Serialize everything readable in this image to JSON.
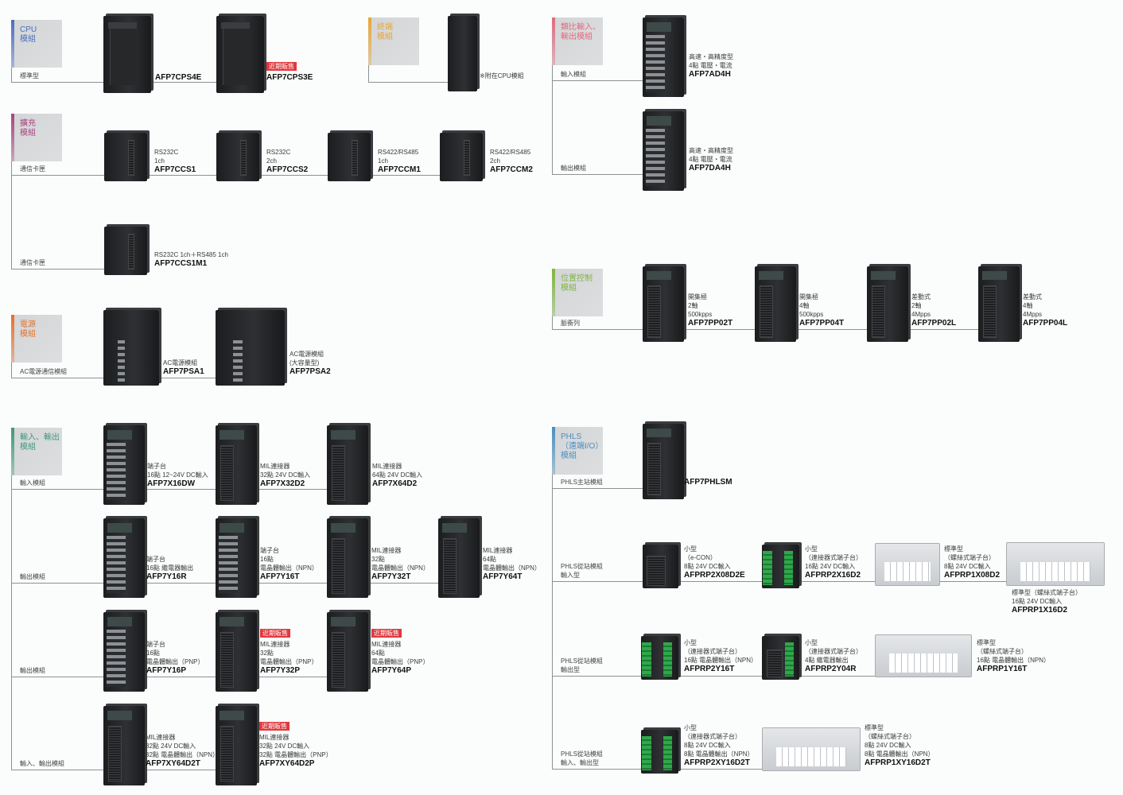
{
  "accent_colors": {
    "cpu": "#4a6fc1",
    "terminal": "#e8a634",
    "expansion": "#a8447e",
    "power": "#e8702a",
    "io": "#3f9a77",
    "analog": "#e06a7f",
    "position": "#7fb540",
    "phls": "#4a8fc0",
    "badge": "#e0393e"
  },
  "sections": [
    {
      "title": [
        "CPU",
        "模組"
      ],
      "color": "#4a6fc1",
      "rows": [
        {
          "label": [
            "標準型"
          ],
          "products": [
            {
              "desc": [],
              "model": "AFP7CPS4E"
            },
            {
              "badge": "近期販售",
              "desc": [],
              "model": "AFP7CPS3E"
            }
          ]
        }
      ]
    },
    {
      "title": [
        "終端",
        "模組"
      ],
      "color": "#e8a634",
      "rows": [
        {
          "label": [],
          "products": [
            {
              "desc": [
                "※附在CPU模組"
              ],
              "model": ""
            }
          ]
        }
      ]
    },
    {
      "title": [
        "擴充",
        "模組"
      ],
      "color": "#a8447e",
      "rows": [
        {
          "label": [
            "通信卡匣"
          ],
          "products": [
            {
              "desc": [
                "RS232C",
                "1ch"
              ],
              "model": "AFP7CCS1"
            },
            {
              "desc": [
                "RS232C",
                "2ch"
              ],
              "model": "AFP7CCS2"
            },
            {
              "desc": [
                "RS422/RS485",
                "1ch"
              ],
              "model": "AFP7CCM1"
            },
            {
              "desc": [
                "RS422/RS485",
                "2ch"
              ],
              "model": "AFP7CCM2"
            }
          ]
        },
        {
          "label": [
            "通信卡匣"
          ],
          "products": [
            {
              "desc": [
                "RS232C 1ch＋RS485 1ch"
              ],
              "model": "AFP7CCS1M1"
            }
          ]
        }
      ]
    },
    {
      "title": [
        "電源",
        "模組"
      ],
      "color": "#e8702a",
      "rows": [
        {
          "label": [
            "AC電源通信模組"
          ],
          "products": [
            {
              "desc": [
                "AC電源模組"
              ],
              "model": "AFP7PSA1"
            },
            {
              "desc": [
                "AC電源模組",
                "(大容量型)"
              ],
              "model": "AFP7PSA2"
            }
          ]
        }
      ]
    },
    {
      "title": [
        "輸入、輸出",
        "模組"
      ],
      "color": "#3f9a77",
      "rows": [
        {
          "label": [
            "輸入模組"
          ],
          "products": [
            {
              "desc": [
                "端子台",
                "16點 12~24V DC輸入"
              ],
              "model": "AFP7X16DW"
            },
            {
              "desc": [
                "MIL連接器",
                "32點 24V DC輸入"
              ],
              "model": "AFP7X32D2"
            },
            {
              "desc": [
                "MIL連接器",
                "64點 24V DC輸入"
              ],
              "model": "AFP7X64D2"
            }
          ]
        },
        {
          "label": [
            "輸出模組"
          ],
          "products": [
            {
              "desc": [
                "端子台",
                "16點 繼電器輸出"
              ],
              "model": "AFP7Y16R"
            },
            {
              "desc": [
                "端子台",
                "16點",
                "電晶體輸出（NPN）"
              ],
              "model": "AFP7Y16T"
            },
            {
              "desc": [
                "MIL連接器",
                "32點",
                "電晶體輸出（NPN）"
              ],
              "model": "AFP7Y32T"
            },
            {
              "desc": [
                "MIL連接器",
                "64點",
                "電晶體輸出（NPN）"
              ],
              "model": "AFP7Y64T"
            }
          ]
        },
        {
          "label": [
            "輸出模組"
          ],
          "products": [
            {
              "desc": [
                "端子台",
                "16點",
                "電晶體輸出（PNP）"
              ],
              "model": "AFP7Y16P"
            },
            {
              "badge": "近期販售",
              "desc": [
                "MIL連接器",
                "32點",
                "電晶體輸出（PNP）"
              ],
              "model": "AFP7Y32P"
            },
            {
              "badge": "近期販售",
              "desc": [
                "MIL連接器",
                "64點",
                "電晶體輸出（PNP）"
              ],
              "model": "AFP7Y64P"
            }
          ]
        },
        {
          "label": [
            "輸入、輸出模組"
          ],
          "products": [
            {
              "desc": [
                "MIL連接器",
                "32點 24V DC輸入",
                "32點 電晶體輸出（NPN）"
              ],
              "model": "AFP7XY64D2T"
            },
            {
              "badge": "近期販售",
              "desc": [
                "MIL連接器",
                "32點 24V DC輸入",
                "32點 電晶體輸出（PNP）"
              ],
              "model": "AFP7XY64D2P"
            }
          ]
        }
      ]
    },
    {
      "title": [
        "類比輸入、",
        "輸出模組"
      ],
      "color": "#e06a7f",
      "rows": [
        {
          "label": [
            "輸入模組"
          ],
          "products": [
            {
              "desc": [
                "高速・高精度型",
                "4點 電壓・電流"
              ],
              "model": "AFP7AD4H"
            }
          ]
        },
        {
          "label": [
            "輸出模組"
          ],
          "products": [
            {
              "desc": [
                "高速・高精度型",
                "4點 電壓・電流"
              ],
              "model": "AFP7DA4H"
            }
          ]
        }
      ]
    },
    {
      "title": [
        "位置控制",
        "模組"
      ],
      "color": "#7fb540",
      "rows": [
        {
          "label": [
            "脈衝列"
          ],
          "products": [
            {
              "desc": [
                "開集極",
                "2軸",
                "500kpps"
              ],
              "model": "AFP7PP02T"
            },
            {
              "desc": [
                "開集極",
                "4軸",
                "500kpps"
              ],
              "model": "AFP7PP04T"
            },
            {
              "desc": [
                "差動式",
                "2軸",
                "4Mpps"
              ],
              "model": "AFP7PP02L"
            },
            {
              "desc": [
                "差動式",
                "4軸",
                "4Mpps"
              ],
              "model": "AFP7PP04L"
            }
          ]
        }
      ]
    },
    {
      "title": [
        "PHLS",
        "（遠端I/O）",
        "模組"
      ],
      "color": "#4a8fc0",
      "rows": [
        {
          "label": [
            "PHLS主站模組"
          ],
          "products": [
            {
              "desc": [],
              "model": "AFP7PHLSM"
            }
          ]
        },
        {
          "label": [
            "PHLS從站模組",
            "輸入型"
          ],
          "products": [
            {
              "desc": [
                "小型",
                "（e-CON）",
                "8點 24V DC輸入"
              ],
              "model": "AFPRP2X08D2E"
            },
            {
              "desc": [
                "小型",
                "（連接器式端子台）",
                "16點 24V DC輸入"
              ],
              "model": "AFPRP2X16D2"
            },
            {
              "desc": [
                "標準型",
                "（螺絲式端子台）",
                "8點 24V DC輸入"
              ],
              "model": "AFPRP1X08D2"
            },
            {
              "desc": [
                "標準型（螺絲式端子台）",
                "16點 24V DC輸入"
              ],
              "model": "AFPRP1X16D2"
            }
          ]
        },
        {
          "label": [
            "PHLS從站模組",
            "輸出型"
          ],
          "products": [
            {
              "desc": [
                "小型",
                "（連接器式端子台）",
                "16點 電晶體輸出（NPN）"
              ],
              "model": "AFPRP2Y16T"
            },
            {
              "desc": [
                "小型",
                "（連接器式端子台）",
                "4點 繼電器輸出"
              ],
              "model": "AFPRP2Y04R"
            },
            {
              "desc": [
                "標準型",
                "（螺絲式端子台）",
                "16點 電晶體輸出（NPN）"
              ],
              "model": "AFPRP1Y16T"
            }
          ]
        },
        {
          "label": [
            "PHLS從站模組",
            "輸入、輸出型"
          ],
          "products": [
            {
              "desc": [
                "小型",
                "（連接器式端子台）",
                "8點 24V DC輸入",
                "8點 電晶體輸出（NPN）"
              ],
              "model": "AFPRP2XY16D2T"
            },
            {
              "desc": [
                "標準型",
                "（螺絲式端子台）",
                "8點 24V DC輸入",
                "8點 電晶體輸出（NPN）"
              ],
              "model": "AFPRP1XY16D2T"
            }
          ]
        }
      ]
    }
  ]
}
